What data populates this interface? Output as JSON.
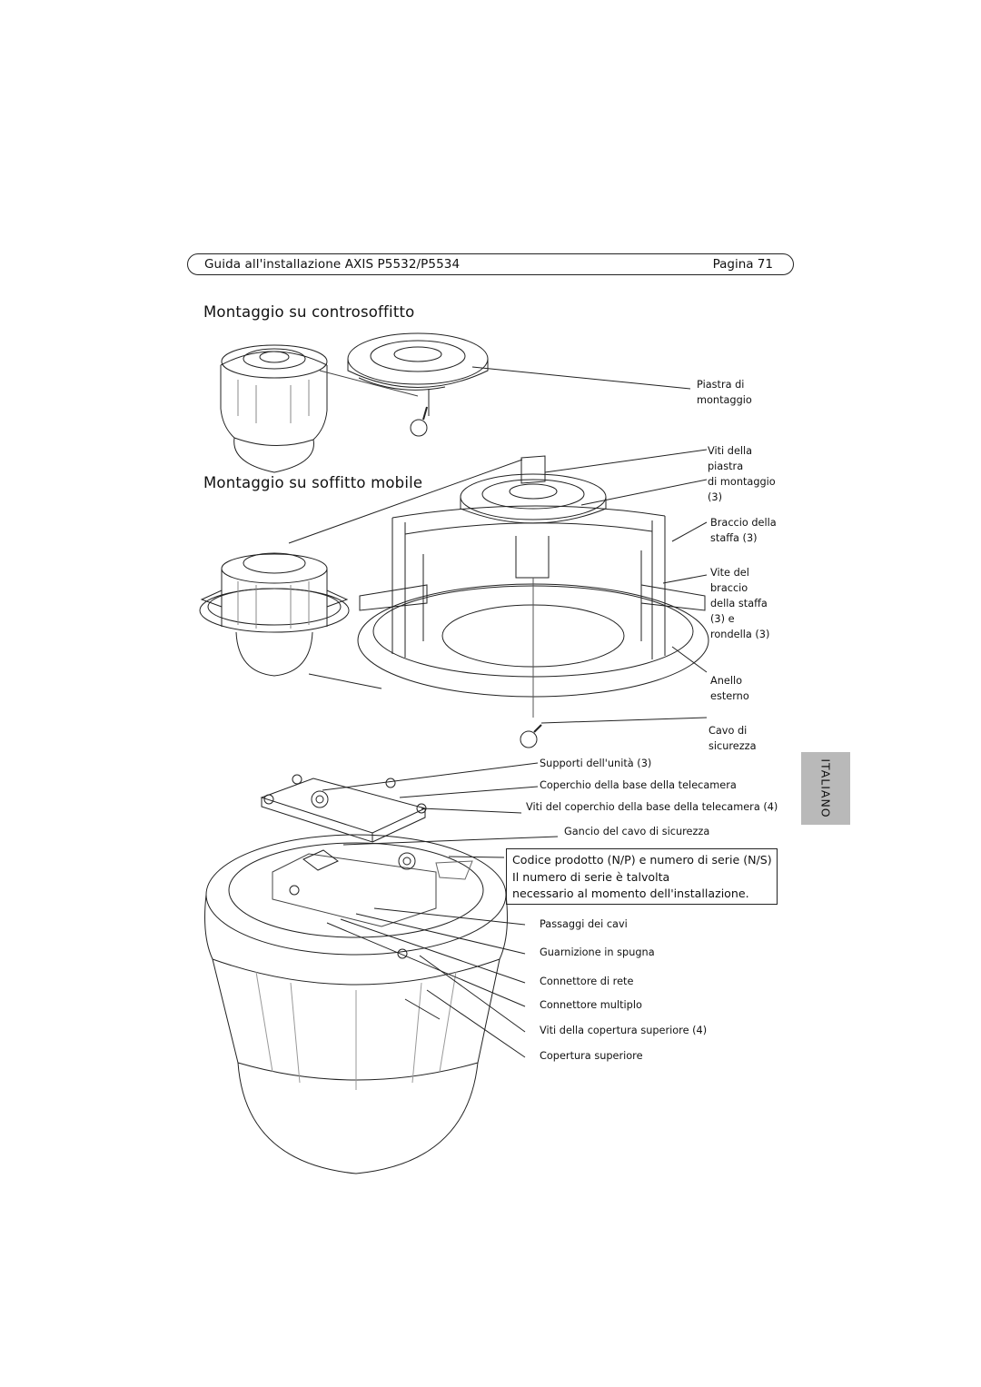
{
  "header": {
    "title": "Guida all'installazione AXIS P5532/P5534",
    "page": "Pagina 71"
  },
  "sections": {
    "ceiling_tile": "Montaggio su controsoffitto",
    "drop_ceiling": "Montaggio su soffitto mobile"
  },
  "language_tab": "ITALIANO",
  "labels_top": {
    "mounting_plate": [
      "Piastra di",
      "montaggio"
    ],
    "plate_screws": [
      "Viti della",
      "piastra",
      "di montaggio",
      "(3)"
    ],
    "bracket_arm": [
      "Braccio della",
      "staffa (3)"
    ],
    "arm_screw": [
      "Vite del",
      "braccio",
      "della staffa",
      "(3) e",
      "rondella (3)"
    ],
    "outer_ring": [
      "Anello",
      "esterno"
    ],
    "safety_wire": [
      "Cavo di",
      "sicurezza"
    ]
  },
  "labels_bottom": {
    "unit_supports": "Supporti dell'unità (3)",
    "base_cover": "Coperchio della base della telecamera",
    "base_cover_screws": "Viti del coperchio della base della telecamera (4)",
    "safety_hook": "Gancio del cavo di sicurezza",
    "cable_passages": "Passaggi dei cavi",
    "foam_gasket": "Guarnizione in spugna",
    "network_connector": "Connettore di rete",
    "multi_connector": "Connettore multiplo",
    "top_cover_screws": "Viti della copertura superiore (4)",
    "top_cover": "Copertura superiore"
  },
  "note": {
    "line1": "Codice prodotto (N/P) e numero di serie (N/S)",
    "line2": "Il numero di serie è talvolta",
    "line3": "necessario al momento dell'installazione."
  }
}
